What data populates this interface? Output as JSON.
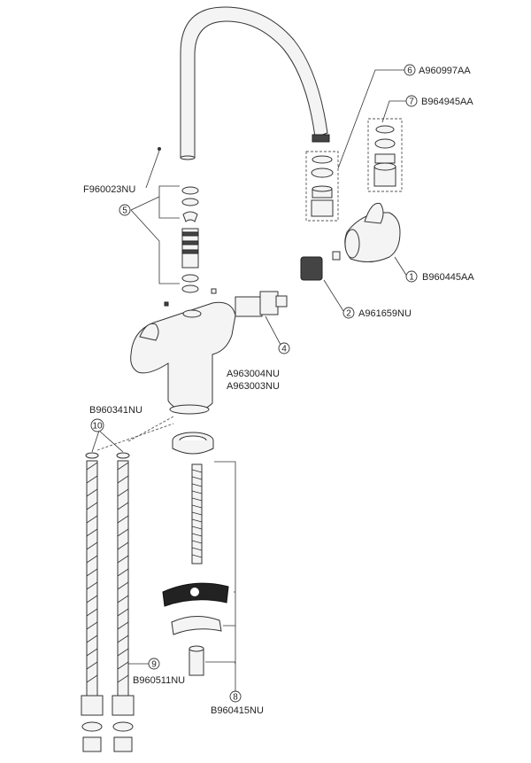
{
  "callouts": [
    {
      "num": "6",
      "code": "A960997AA"
    },
    {
      "num": "7",
      "code": "B964945AA"
    },
    {
      "num": "5",
      "code": "F960023NU"
    },
    {
      "num": "1",
      "code": "B960445AA"
    },
    {
      "num": "2",
      "code": "A961659NU"
    },
    {
      "num": "4",
      "code": "A963004NU",
      "code2": "A963003NU"
    },
    {
      "num": "10",
      "code": "B960341NU"
    },
    {
      "num": "9",
      "code": "B960511NU"
    },
    {
      "num": "8",
      "code": "B960415NU"
    }
  ],
  "colors": {
    "line": "#333333",
    "dark_part": "#444444",
    "fill": "#f4f4f4"
  }
}
